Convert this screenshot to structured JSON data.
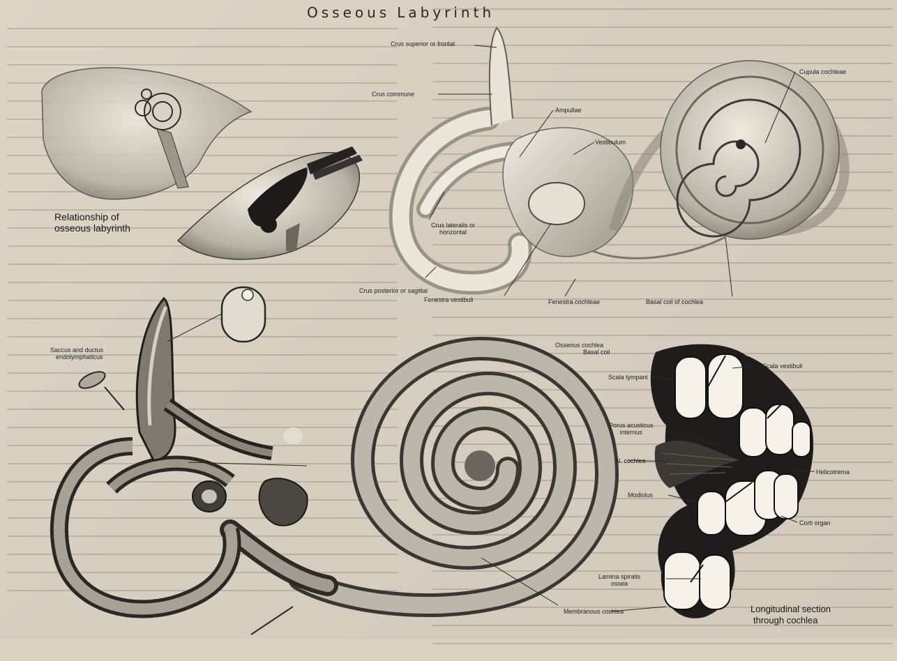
{
  "figure": {
    "title_word1": "Osseous",
    "title_word2": "Labyrinth"
  },
  "captions": {
    "relationship_line1": "Relationship of",
    "relationship_line2": "osseous labyrinth",
    "longitudinal_line1": "Longitudinal section",
    "longitudinal_line2": "through cochlea"
  },
  "labels": {
    "crus_superior": "Crus superior or frontal",
    "crus_commune": "Crus commune",
    "ampullae": "Ampullae",
    "vestibulum": "Vestibulum",
    "cupula_cochleae": "Cupula cochleae",
    "crus_lateralis_1": "Crus lateralis or",
    "crus_lateralis_2": "horizontal",
    "crus_posterior": "Crus posterior or sagittal",
    "fenestra_vestibuli": "Fenestra vestibuli",
    "fenestra_cochleae": "Fenestra cochleae",
    "basal_coil": "Basal coil of cochlea",
    "saccus_1": "Saccus and ductus",
    "saccus_2": "endolymphaticus",
    "osseous_cochlea_1": "Osseous cochlea",
    "osseous_cochlea_2": "Basal coil",
    "scala_vestibuli": "Scala vestibuli",
    "scala_tympani": "Scala tympani",
    "porus_1": "Porus acusticus",
    "porus_2": "internus",
    "n_cochlea": "N. cochlea",
    "helicotrema": "Helicotrema",
    "modiolus": "Modiolus",
    "corti_organ": "Corti organ",
    "lamina_1": "Lamina spiralis",
    "lamina_2": "ossea",
    "membranous_cochlea": "Membranous cochlea"
  }
}
